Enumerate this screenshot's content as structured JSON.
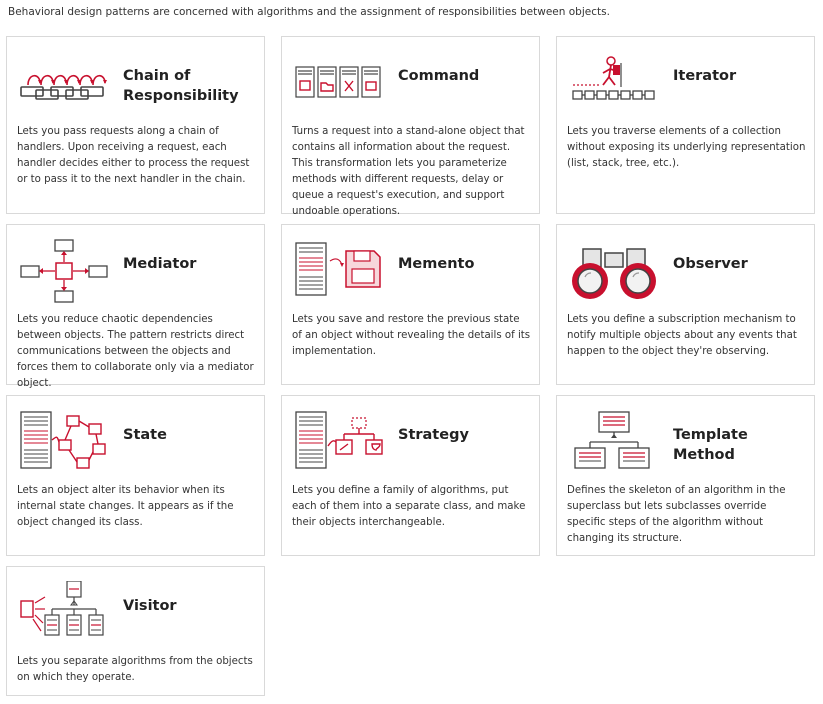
{
  "intro": "Behavioral design patterns are concerned with algorithms and the assignment of responsibilities between objects.",
  "accent_color": "#c8102e",
  "patterns": [
    {
      "name": "Chain of Responsibility",
      "icon": "chain-icon",
      "description": "Lets you pass requests along a chain of handlers. Upon receiving a request, each handler decides either to process the request or to pass it to the next handler in the chain."
    },
    {
      "name": "Command",
      "icon": "command-icon",
      "description": "Turns a request into a stand-alone object that contains all information about the request. This transformation lets you parameterize methods with different requests, delay or queue a request's execution, and support undoable operations."
    },
    {
      "name": "Iterator",
      "icon": "iterator-icon",
      "description": "Lets you traverse elements of a collection without exposing its underlying representation (list, stack, tree, etc.)."
    },
    {
      "name": "Mediator",
      "icon": "mediator-icon",
      "description": "Lets you reduce chaotic dependencies between objects. The pattern restricts direct communications between the objects and forces them to collaborate only via a mediator object."
    },
    {
      "name": "Memento",
      "icon": "memento-icon",
      "description": "Lets you save and restore the previous state of an object without revealing the details of its implementation."
    },
    {
      "name": "Observer",
      "icon": "binoculars-icon",
      "description": "Lets you define a subscription mechanism to notify multiple objects about any events that happen to the object they're observing."
    },
    {
      "name": "State",
      "icon": "state-icon",
      "description": "Lets an object alter its behavior when its internal state changes. It appears as if the object changed its class."
    },
    {
      "name": "Strategy",
      "icon": "strategy-icon",
      "description": "Lets you define a family of algorithms, put each of them into a separate class, and make their objects interchangeable."
    },
    {
      "name": "Template Method",
      "icon": "template-method-icon",
      "description": "Defines the skeleton of an algorithm in the superclass but lets subclasses override specific steps of the algorithm without changing its structure."
    },
    {
      "name": "Visitor",
      "icon": "visitor-icon",
      "description": "Lets you separate algorithms from the objects on which they operate."
    }
  ]
}
